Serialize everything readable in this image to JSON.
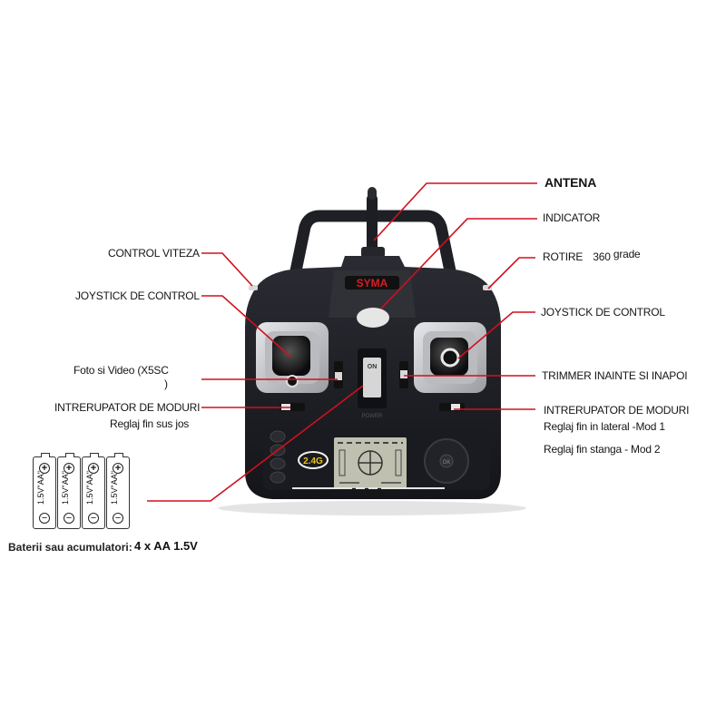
{
  "colors": {
    "leader_line": "#d0101e",
    "controller_body": "#1c1d22",
    "controller_face": "#2a2b31",
    "joystick_plate": "#c9cbcf",
    "lcd": "#bfc0b0",
    "brand_logo": "#d41f26",
    "badge": "#e8c022"
  },
  "controller": {
    "brand": "SYMA",
    "frequency_badge": "2.4G",
    "power_switch_label": "ON",
    "power_label": "POWER",
    "dpad_center": "OK"
  },
  "labels_left": {
    "speed_control": "CONTROL VITEZA",
    "joystick_left": "JOYSTICK DE CONTROL",
    "photo_video_line1": "Foto si Video (X5SC",
    "photo_video_line2": ")",
    "mode_switch_left": "INTRERUPATOR DE MODURI",
    "mode_switch_left_sub": "Reglaj fin sus jos"
  },
  "labels_right": {
    "antenna": "ANTENA",
    "indicator": "INDICATOR",
    "rotation": "ROTIRE",
    "rotation_value": "360",
    "rotation_unit": "grade",
    "joystick_right": "JOYSTICK DE CONTROL",
    "trimmer": "TRIMMER INAINTE SI INAPOI",
    "mode_switch_right": "INTRERUPATOR DE MODURI",
    "mode_switch_right_sub1": "Reglaj fin in lateral -Mod 1",
    "mode_switch_right_sub2": "Reglaj fin stanga - Mod 2"
  },
  "batteries": {
    "count": 4,
    "cell_label": "1.5V\"AA\"",
    "plus_symbol": "+",
    "minus_symbol": "−",
    "caption": "Baterii sau acumulatori:",
    "spec": "4 x AA 1.5V"
  }
}
